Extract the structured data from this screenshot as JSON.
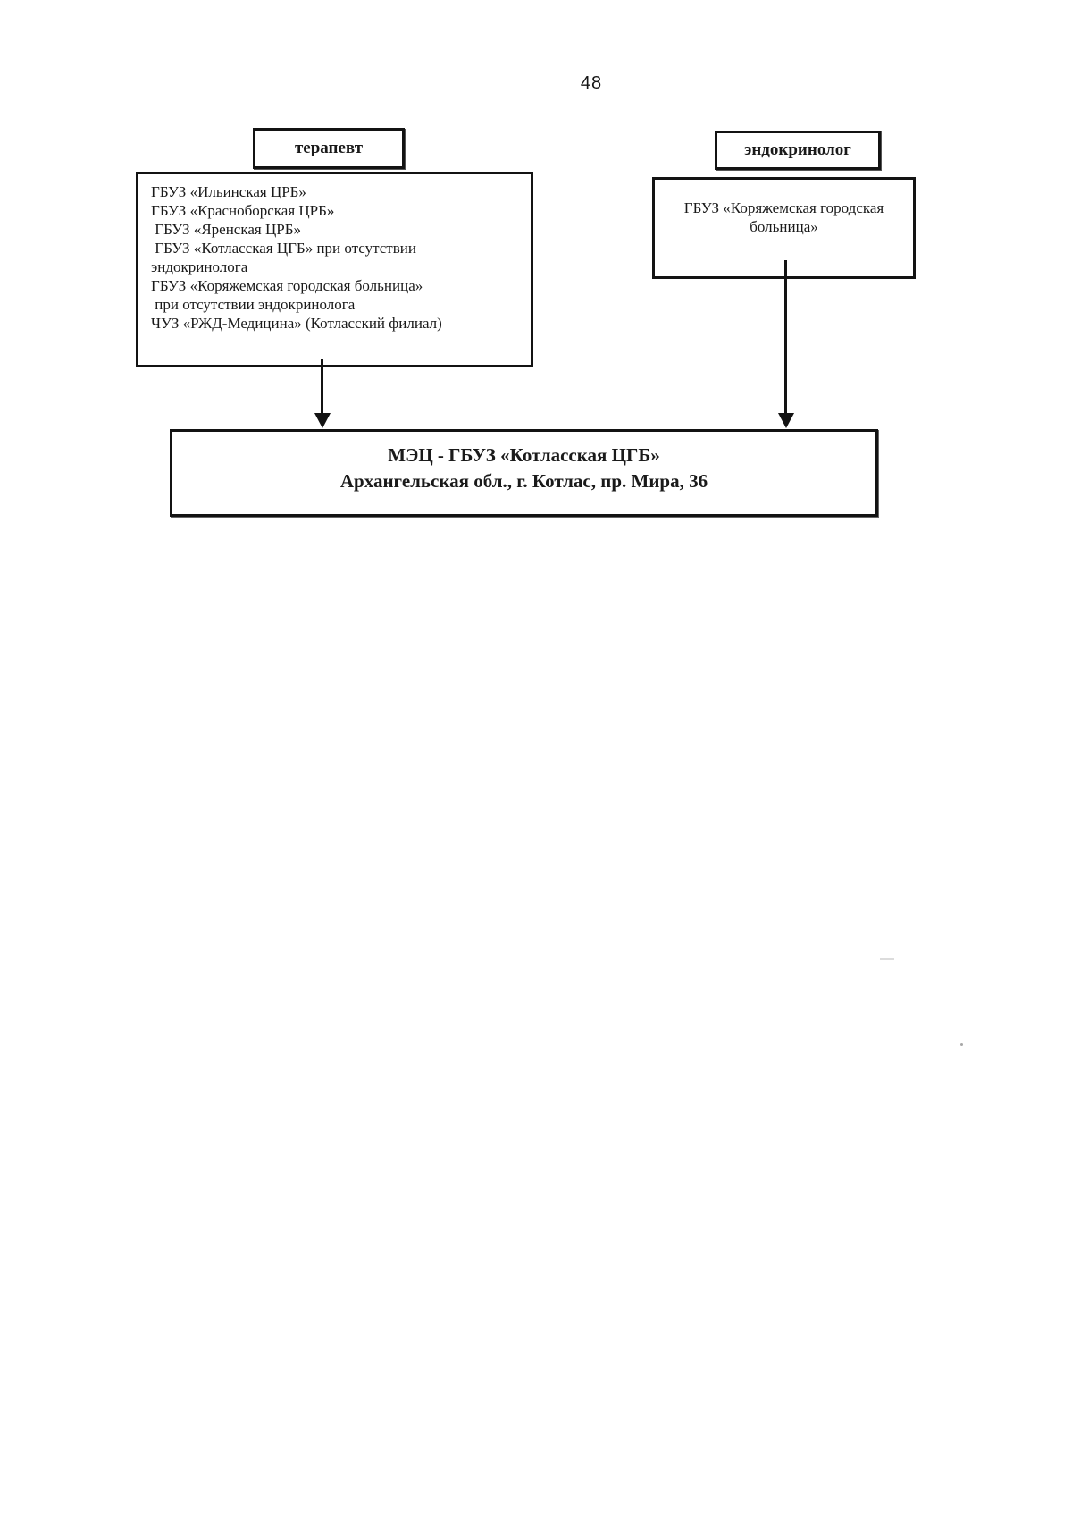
{
  "page": {
    "number": "48"
  },
  "diagram": {
    "therapist": {
      "label": "терапевт",
      "facilities": [
        "ГБУЗ «Ильинская ЦРБ»",
        "ГБУЗ «Красноборская ЦРБ»",
        " ГБУЗ «Яренская ЦРБ»",
        " ГБУЗ «Котласская ЦГБ» при отсутствии",
        "эндокринолога",
        "ГБУЗ «Коряжемская городская больница»",
        " при отсутствии эндокринолога",
        "ЧУЗ «РЖД-Медицина» (Котласский филиал)"
      ]
    },
    "endocrinologist": {
      "label": "эндокринолог",
      "facility_line1": "ГБУЗ «Коряжемская городская",
      "facility_line2": "больница»"
    },
    "mec": {
      "title": "МЭЦ - ГБУЗ «Котласская ЦГБ»",
      "address": "Архангельская обл., г. Котлас, пр. Мира, 36"
    }
  },
  "colors": {
    "ink": "#1a1a1a",
    "border": "#131313",
    "background": "#ffffff"
  }
}
